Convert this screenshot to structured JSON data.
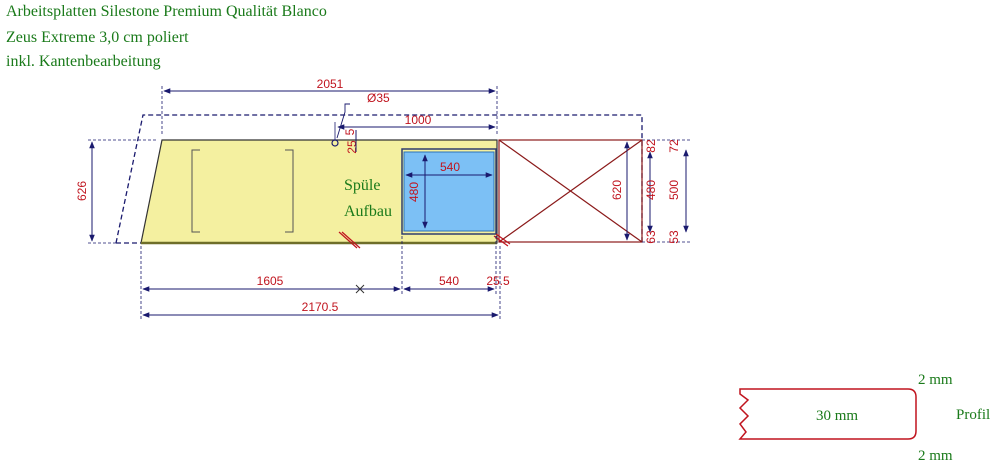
{
  "header": {
    "line1": "Arbeitsplatten Silestone Premium Qualität Blanco",
    "line2": "Zeus Extreme 3,0 cm poliert",
    "line3": "inkl. Kantenbearbeitung"
  },
  "drawing": {
    "dim_total_top": "2051",
    "dim_hole": "Ø35",
    "dim_hole_offset": "1000",
    "dim_small_a": "5",
    "dim_small_b": "25",
    "dim_sink_width": "540",
    "dim_sink_height": "480",
    "dim_left_height": "626",
    "dim_right_620": "620",
    "dim_right_480": "480",
    "dim_right_500": "500",
    "dim_right_82": "82",
    "dim_right_72": "72",
    "dim_right_63": "63",
    "dim_right_53": "53",
    "dim_bottom_1605": "1605",
    "dim_bottom_540": "540",
    "dim_bottom_25_5": "25.5",
    "dim_bottom_total": "2170.5",
    "sink_label_1": "Spüle",
    "sink_label_2": "Aufbau",
    "colors": {
      "countertop_fill": "#f4f0a0",
      "sink_fill": "#7cc0f5",
      "dimension": "#c0141e",
      "outline": "#1a1a6e",
      "label": "#1a7a1a"
    }
  },
  "profile": {
    "top_label": "2 mm",
    "thickness_label": "30 mm",
    "bottom_label": "2 mm",
    "side_label": "Profil"
  }
}
